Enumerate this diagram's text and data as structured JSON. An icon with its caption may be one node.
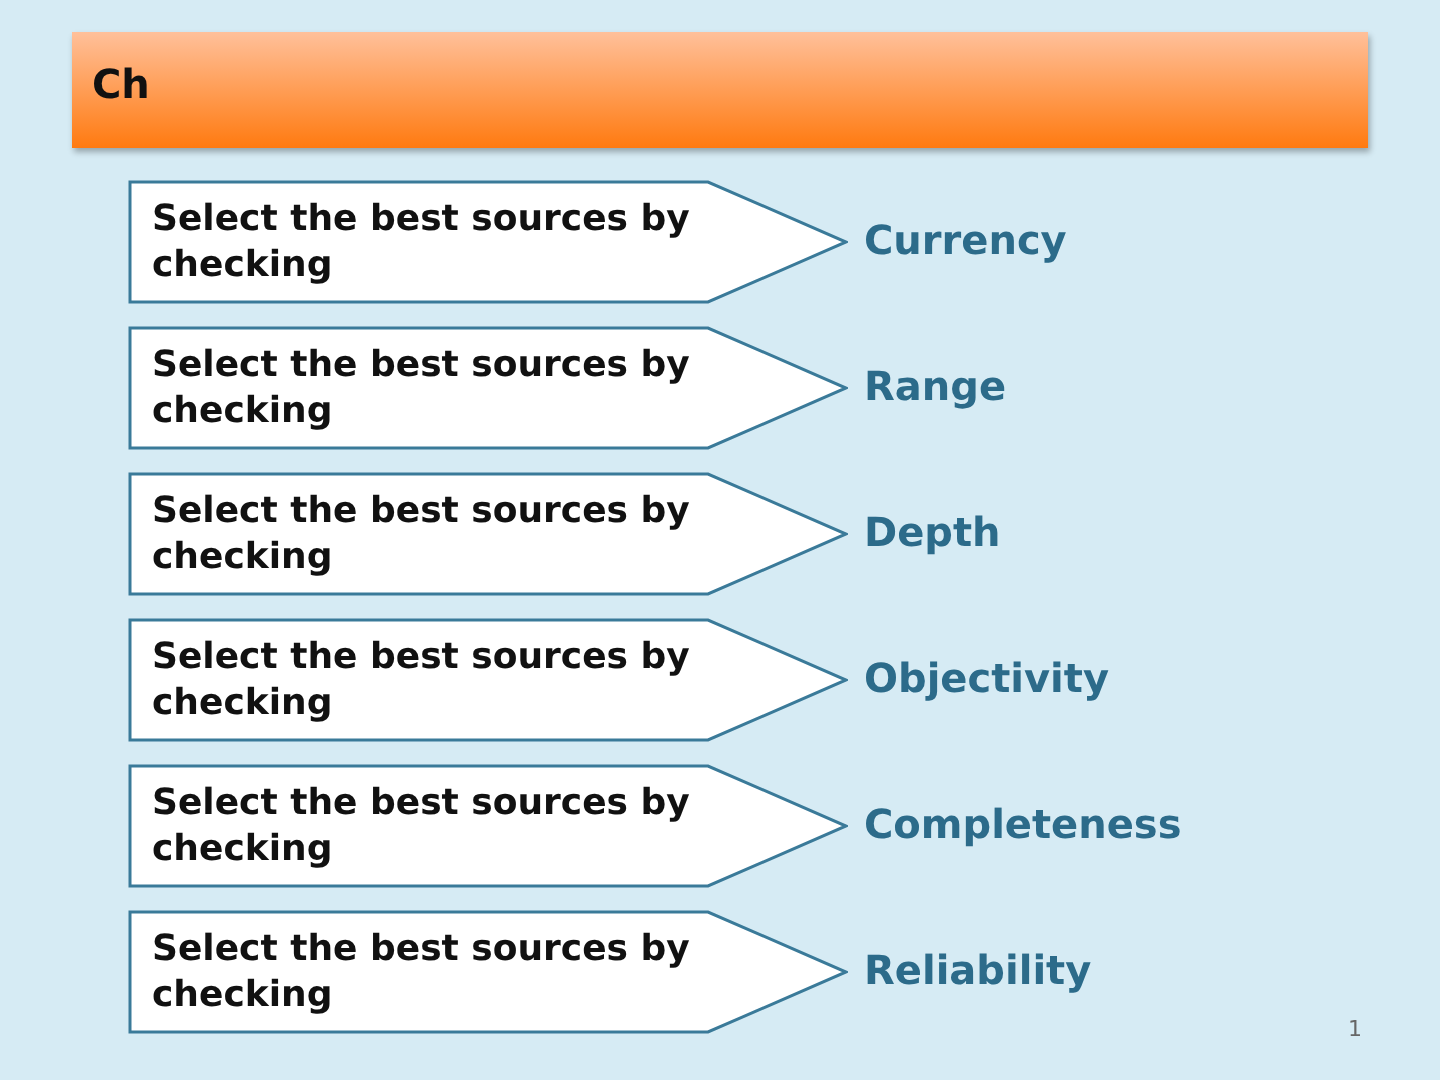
{
  "diagram": {
    "title": "Ch",
    "nodes": [
      {
        "text": [
          "Select the best sources by checking"
        ],
        "beside": [
          "Currency"
        ]
      },
      {
        "text": [
          "Select the best sources by checking"
        ],
        "beside": [
          "Range"
        ]
      },
      {
        "text": [
          "Select the best sources by checking"
        ],
        "beside": [
          "Depth"
        ]
      },
      {
        "text": [
          "Select the best sources by checking"
        ],
        "beside": [
          "Objectivity"
        ]
      },
      {
        "text": [
          "Select the best sources by checking"
        ],
        "beside": [
          "Completeness"
        ]
      },
      {
        "text": [
          "Select the best sources by checking"
        ],
        "beside": [
          "Reliability"
        ]
      }
    ],
    "edges": [],
    "labels": [
      "1"
    ]
  }
}
